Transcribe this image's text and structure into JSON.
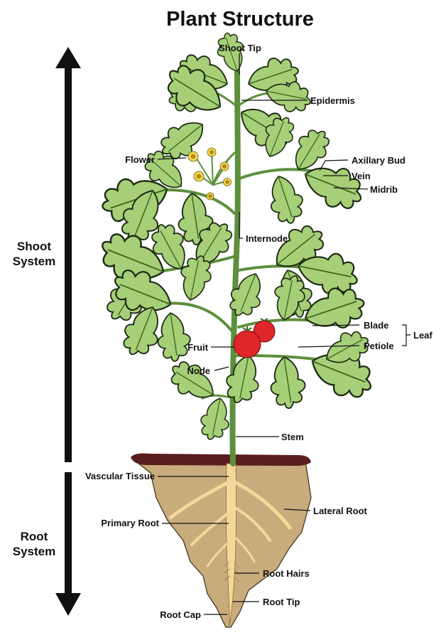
{
  "title": "Plant Structure",
  "systems": {
    "shoot": [
      "Shoot",
      "System"
    ],
    "root": [
      "Root",
      "System"
    ]
  },
  "labels": {
    "shoot_tip": "Shoot Tip",
    "epidermis": "Epidermis",
    "flower": "Flower",
    "axillary_bud": "Axillary Bud",
    "vein": "Vein",
    "midrib": "Midrib",
    "internode": "Internode",
    "blade": "Blade",
    "leaf": "Leaf",
    "petiole": "Petiole",
    "fruit": "Fruit",
    "node": "Node",
    "stem": "Stem",
    "vascular_tissue": "Vascular Tissue",
    "lateral_root": "Lateral Root",
    "primary_root": "Primary Root",
    "root_hairs": "Root Hairs",
    "root_tip": "Root Tip",
    "root_cap": "Root Cap"
  },
  "colors": {
    "leaf": "#a6cf78",
    "stem": "#5d8f3c",
    "flower": "#f2d64a",
    "fruit": "#e0262a",
    "soil_surface": "#5a1e1e",
    "soil": "#c9ac7c",
    "root": "#f5d79a",
    "arrow": "#111111"
  }
}
